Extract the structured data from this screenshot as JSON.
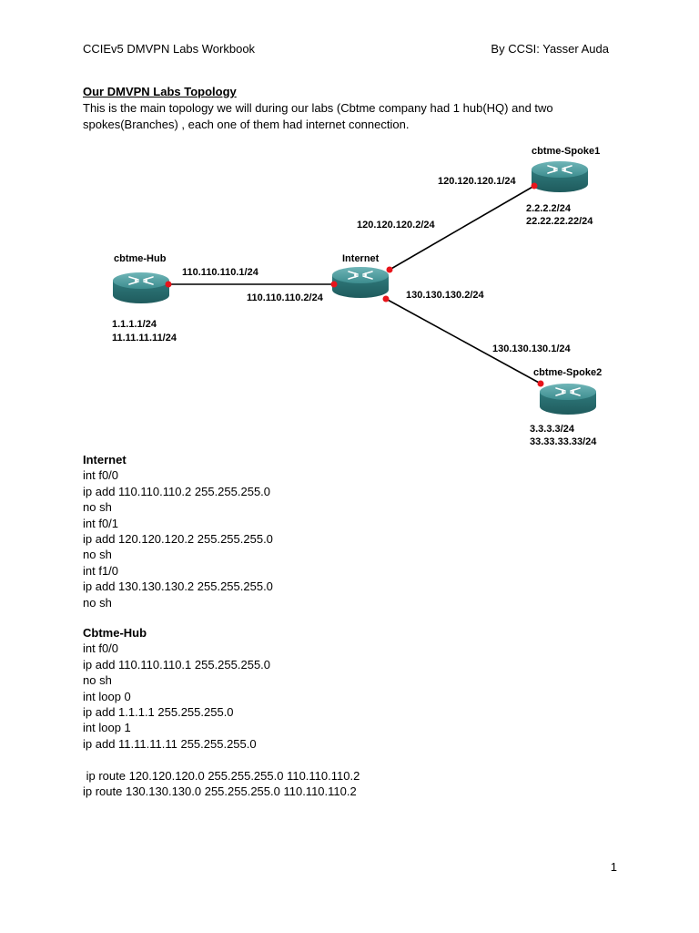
{
  "header": {
    "left": "CCIEv5 DMVPN Labs Workbook",
    "right": "By CCSI: Yasser Auda"
  },
  "title": "Our DMVPN Labs Topology",
  "intro": "This is the main topology we will during our labs (Cbtme company had 1 hub(HQ) and two spokes(Branches) , each one of them had internet connection.",
  "topology": {
    "hub": {
      "name": "cbtme-Hub",
      "loopbacks": [
        "1.1.1.1/24",
        "11.11.11.11/24"
      ],
      "link_ip": "110.110.110.1/24"
    },
    "internet": {
      "name": "Internet",
      "to_hub_ip": "110.110.110.2/24",
      "to_spoke1_ip": "120.120.120.2/24",
      "to_spoke2_ip": "130.130.130.2/24"
    },
    "spoke1": {
      "name": "cbtme-Spoke1",
      "link_ip": "120.120.120.1/24",
      "loopbacks": [
        "2.2.2.2/24",
        "22.22.22.22/24"
      ]
    },
    "spoke2": {
      "name": "cbtme-Spoke2",
      "link_ip": "130.130.130.1/24",
      "loopbacks": [
        "3.3.3.3/24",
        "33.33.33.33/24"
      ]
    },
    "link_color": "#000000",
    "port_color": "#e8141b",
    "router_color": "#3d8d8f"
  },
  "config": {
    "internet": {
      "heading": "Internet",
      "lines": [
        "int f0/0",
        "ip add 110.110.110.2 255.255.255.0",
        "no sh",
        "int f0/1",
        "ip add 120.120.120.2 255.255.255.0",
        "no sh",
        "int f1/0",
        "ip add 130.130.130.2 255.255.255.0",
        "no sh"
      ]
    },
    "hub": {
      "heading": "Cbtme-Hub",
      "lines": [
        "int f0/0",
        "ip add 110.110.110.1 255.255.255.0",
        "no sh",
        "int loop 0",
        "ip add 1.1.1.1 255.255.255.0",
        "int loop 1",
        "ip add 11.11.11.11 255.255.255.0"
      ]
    },
    "routes": [
      " ip route 120.120.120.0 255.255.255.0 110.110.110.2",
      "ip route 130.130.130.0 255.255.255.0 110.110.110.2"
    ]
  },
  "page_number": "1"
}
